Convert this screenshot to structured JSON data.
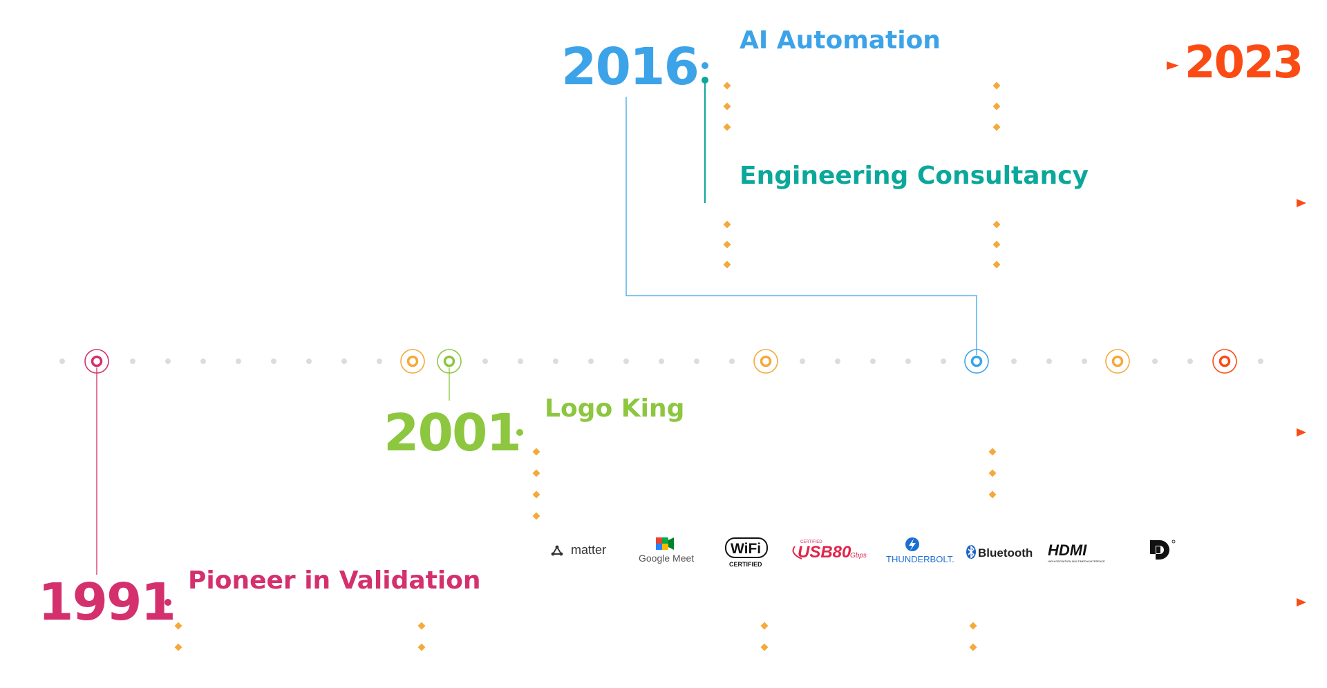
{
  "colors": {
    "y1991": "#d4306e",
    "y2001": "#8dc63f",
    "y2016": "#3ca3e8",
    "teal": "#0aa89a",
    "y2023": "#fb4b15",
    "diamond": "#f5a93b",
    "track_dot": "#dcdcdc",
    "amber_marker": "#f5a93b"
  },
  "milestones": {
    "y1991": {
      "year": "1991",
      "label": "Pioneer in Validation"
    },
    "y2001": {
      "year": "2001",
      "label": "Logo King"
    },
    "y2016": {
      "year": "2016",
      "label_ai": "AI Automation",
      "label_eng": "Engineering Consultancy"
    },
    "y2023": {
      "year": "2023"
    }
  },
  "logos": {
    "matter": "matter",
    "google_meet": "Google Meet",
    "wifi_top": "WiFi",
    "wifi_bottom": "CERTIFIED",
    "usb_small": "CERTIFIED",
    "usb_main": "USB80",
    "usb_unit": "Gbps",
    "thunderbolt": "THUNDERBOLT.",
    "bluetooth": "Bluetooth",
    "hdmi": "HDMI",
    "hdmi_sub": "HIGH-DEFINITION MULTIMEDIA INTERFACE"
  }
}
